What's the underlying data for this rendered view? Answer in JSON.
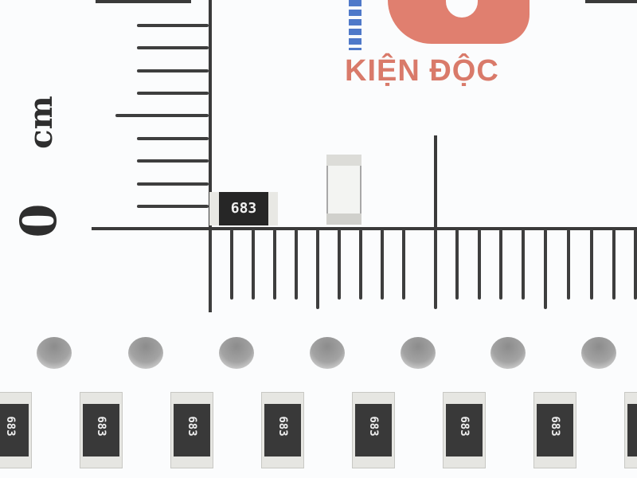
{
  "photo": {
    "subject": "SMD resistors 1206 on tape and ruler",
    "watermark": {
      "text": "KIỆN ĐỘC",
      "colors": {
        "red": "#e07f6f",
        "blue": "#4f79c9"
      }
    },
    "ruler": {
      "unit_label": "cm",
      "zero_label": "0",
      "color": "#3a3a3a"
    },
    "resistor_on_ruler": {
      "marking": "683"
    },
    "tape": {
      "resistor_marking": "683",
      "hole_count": 7,
      "resistor_count": 8
    }
  }
}
